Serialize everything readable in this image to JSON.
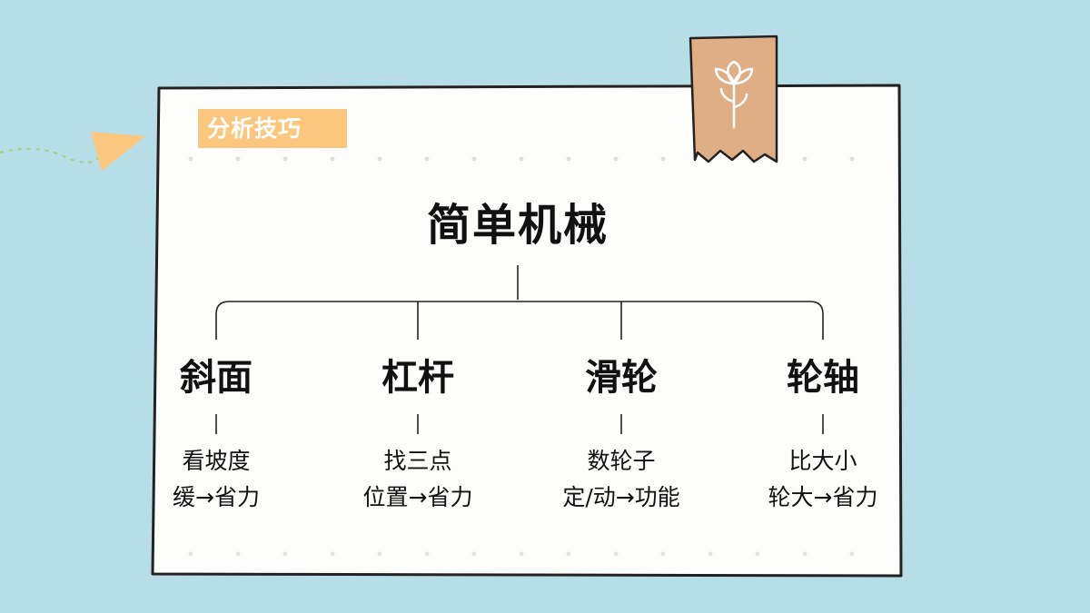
{
  "tag": {
    "label": "分析技巧",
    "color": "#fbc77f"
  },
  "background_color": "#b7dde6",
  "card_color": "#fdfdfb",
  "ribbon_color": "#dfae85",
  "decorations": [
    "arrow-icon",
    "flower-icon"
  ],
  "diagram": {
    "root": "简单机械",
    "branches": [
      {
        "title": "斜面",
        "lines": [
          "看坡度",
          "缓→省力"
        ]
      },
      {
        "title": "杠杆",
        "lines": [
          "找三点",
          "位置→省力"
        ]
      },
      {
        "title": "滑轮",
        "lines": [
          "数轮子",
          "定/动→功能"
        ]
      },
      {
        "title": "轮轴",
        "lines": [
          "比大小",
          "轮大→省力"
        ]
      }
    ]
  }
}
